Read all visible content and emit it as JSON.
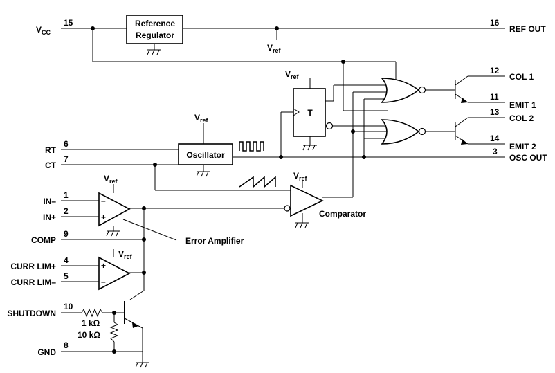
{
  "pins": {
    "vcc": {
      "name": "V",
      "sub": "CC",
      "num": "15"
    },
    "ref_out": {
      "name": "REF OUT",
      "num": "16"
    },
    "col1": {
      "name": "COL 1",
      "num": "12"
    },
    "emit1": {
      "name": "EMIT 1",
      "num": "11"
    },
    "col2": {
      "name": "COL 2",
      "num": "13"
    },
    "emit2": {
      "name": "EMIT 2",
      "num": "14"
    },
    "osc_out": {
      "name": "OSC OUT",
      "num": "3"
    },
    "rt": {
      "name": "RT",
      "num": "6"
    },
    "ct": {
      "name": "CT",
      "num": "7"
    },
    "in_minus": {
      "name": "IN–",
      "num": "1"
    },
    "in_plus": {
      "name": "IN+",
      "num": "2"
    },
    "comp": {
      "name": "COMP",
      "num": "9"
    },
    "curr_lim_plus": {
      "name": "CURR LIM+",
      "num": "4"
    },
    "curr_lim_minus": {
      "name": "CURR LIM–",
      "num": "5"
    },
    "shutdown": {
      "name": "SHUTDOWN",
      "num": "10"
    },
    "gnd": {
      "name": "GND",
      "num": "8"
    }
  },
  "blocks": {
    "regulator_line1": "Reference",
    "regulator_line2": "Regulator",
    "oscillator": "Oscillator",
    "flipflop": "T",
    "comparator": "Comparator",
    "error_amplifier": "Error Amplifier"
  },
  "vref": {
    "main": "V",
    "sub": "ref"
  },
  "opamp_signs": {
    "minus": "–",
    "plus": "+"
  },
  "resistors": {
    "r1": "1 kΩ",
    "r2": "10 kΩ"
  }
}
